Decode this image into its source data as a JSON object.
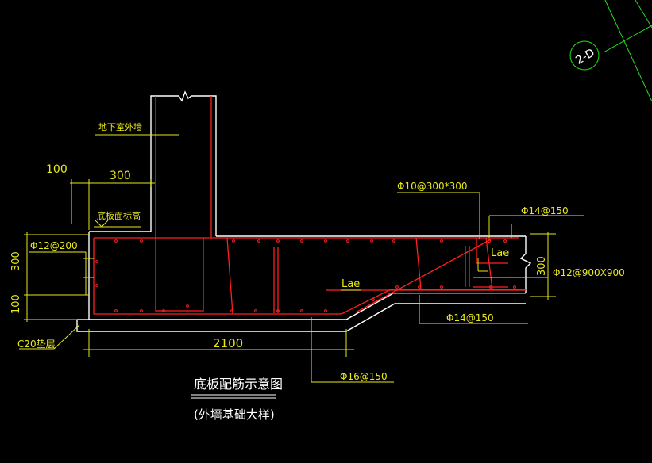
{
  "drawing": {
    "title": "底板配筋示意图",
    "subtitle": "(外墙基础大样)",
    "axis_bubble": "2-D",
    "labels": {
      "basement_wall": "地下室外墙",
      "slab_top_level": "底板面标高",
      "cushion": "C20垫层"
    },
    "dimensions": {
      "d100_top": "100",
      "d300_top": "300",
      "d300_left": "300",
      "d100_left": "100",
      "d2100": "2100",
      "d300_right": "300"
    },
    "rebar": {
      "r1": "Φ12@200",
      "r2": "Φ10@300*300",
      "r3": "Φ14@150",
      "r4": "Φ12@900X900",
      "r5": "Φ14@150",
      "r6": "Φ16@150"
    },
    "laps": {
      "lae_right": "Lae",
      "lae_mid": "Lae"
    }
  },
  "colors": {
    "background": "#000000",
    "outline": "#ffffff",
    "rebar": "#ff2020",
    "annotation": "#e8e81a",
    "grid": "#22dd22"
  }
}
